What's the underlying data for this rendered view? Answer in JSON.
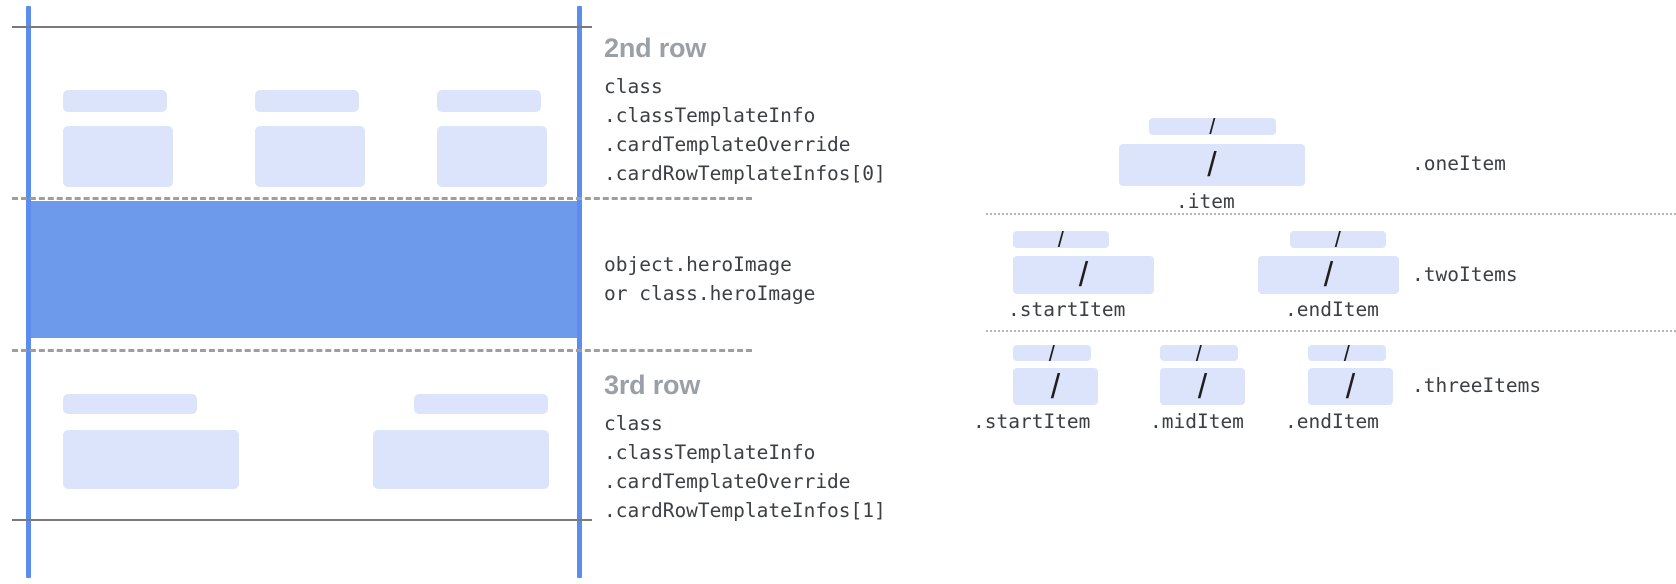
{
  "colors": {
    "guide_blue": "#5b8def",
    "hero_blue": "#6d9aeb",
    "chip_blue": "#dbe4fb",
    "rule_gray": "#7a7a7a",
    "dash_gray": "#9e9e9e",
    "title_gray": "#9aa0a6",
    "code_gray": "#3c4043"
  },
  "card_diagram": {
    "rows": [
      {
        "title": "2nd row",
        "code": "class\n.classTemplateInfo\n.cardTemplateOverride\n.cardRowTemplateInfos[0]",
        "chips": 3
      },
      {
        "title": "",
        "code": "object.heroImage\nor class.heroImage",
        "chips": 0
      },
      {
        "title": "3rd row",
        "code": "class\n.classTemplateInfo\n.cardTemplateOverride\n.cardRowTemplateInfos[1]",
        "chips": 2
      }
    ]
  },
  "item_diagram": {
    "groups": [
      {
        "group_label": ".oneItem",
        "slots": [
          {
            "label": ".item",
            "slash": "/"
          }
        ]
      },
      {
        "group_label": ".twoItems",
        "slots": [
          {
            "label": ".startItem",
            "slash": "/"
          },
          {
            "label": ".endItem",
            "slash": "/"
          }
        ]
      },
      {
        "group_label": ".threeItems",
        "slots": [
          {
            "label": ".startItem",
            "slash": "/"
          },
          {
            "label": ".midItem",
            "slash": "/"
          },
          {
            "label": ".endItem",
            "slash": "/"
          }
        ]
      }
    ]
  }
}
